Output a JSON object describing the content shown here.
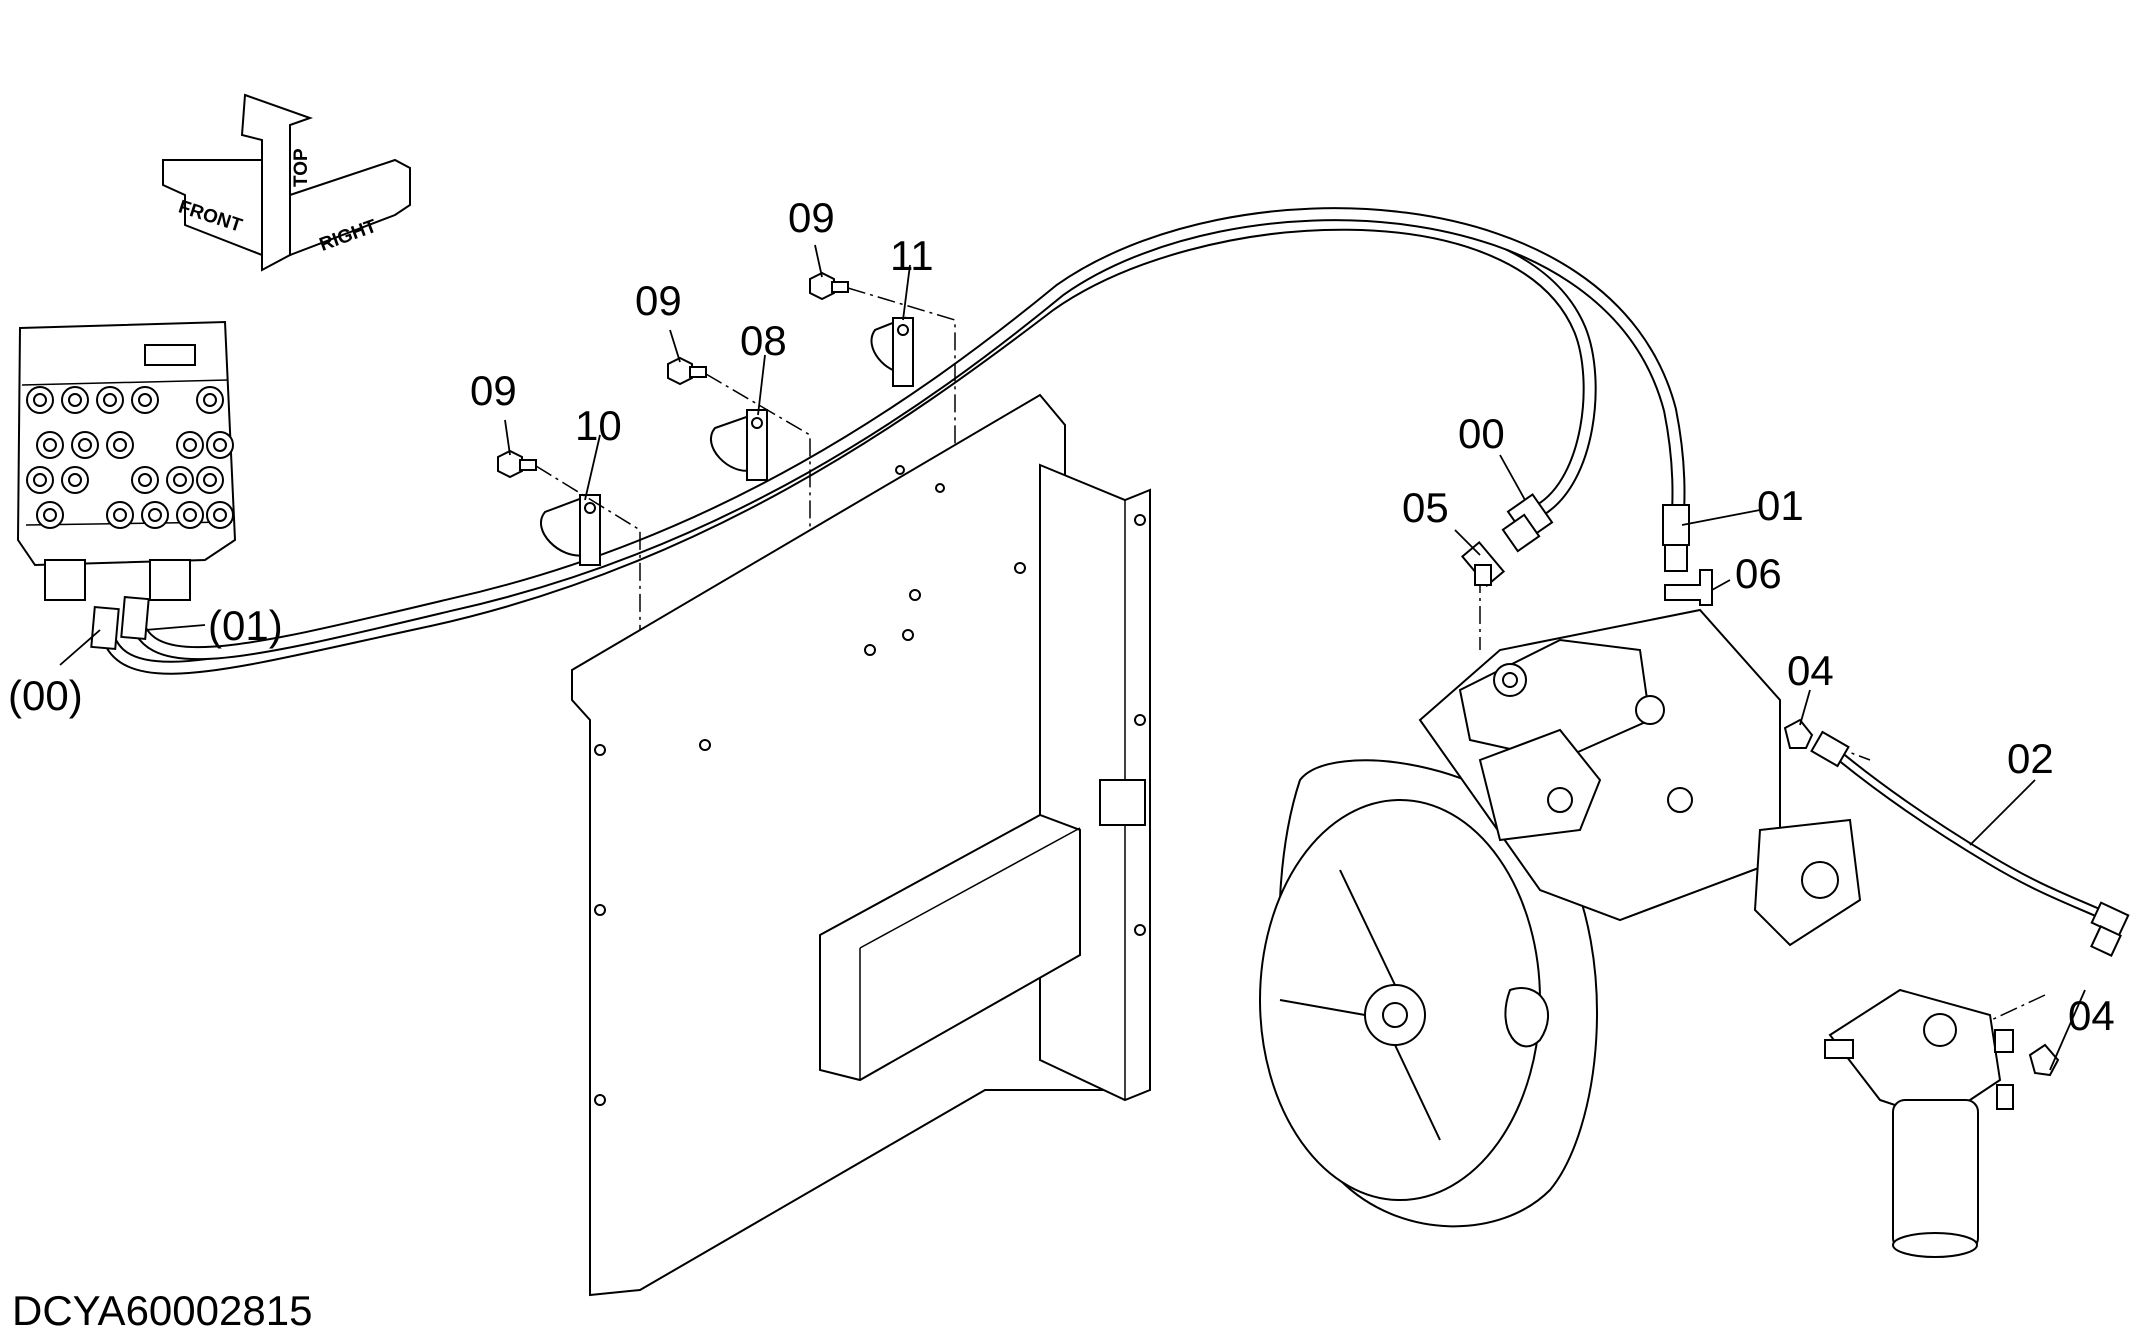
{
  "diagram": {
    "reference_code": "DCYA60002815",
    "orientation_labels": {
      "front": "FRONT",
      "top": "TOP",
      "right": "RIGHT"
    },
    "callouts": {
      "c00_top": "00",
      "c01_right": "01",
      "c02": "02",
      "c04_upper": "04",
      "c04_lower": "04",
      "c05": "05",
      "c06": "06",
      "c08": "08",
      "c09_a": "09",
      "c09_b": "09",
      "c09_c": "09",
      "c10": "10",
      "c11": "11",
      "c00_paren": "(00)",
      "c01_paren": "(01)"
    }
  }
}
